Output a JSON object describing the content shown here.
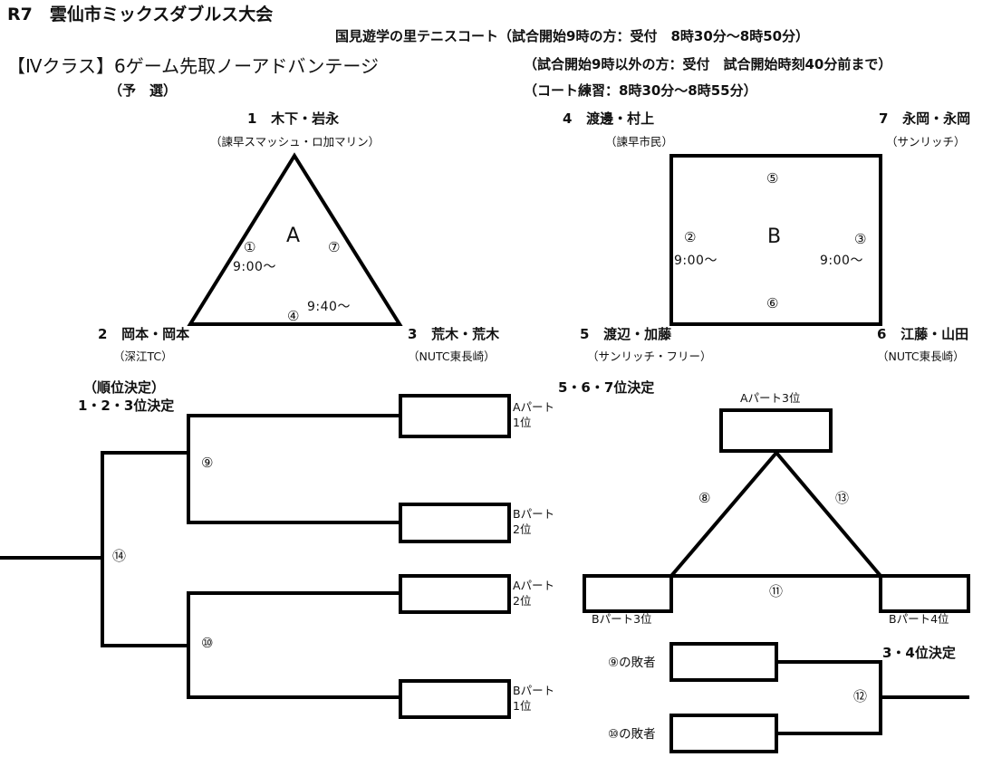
{
  "header": {
    "title": "R7　雲仙市ミックスダブルス大会",
    "class_title": "【Ⅳクラス】6ゲーム先取ノーアドバンテージ",
    "preliminary_label": "（予　選）",
    "venue_line": "国見遊学の里テニスコート（試合開始9時の方：受付　8時30分～8時50分）",
    "reception_other": "（試合開始9時以外の方：受付　試合開始時刻40分前まで）",
    "court_practice": "（コート練習：8時30分～8時55分）"
  },
  "group_a": {
    "label": "A",
    "teams": [
      {
        "seed": "1",
        "names": "木下・岩永",
        "club": "（諫早スマッシュ・ロ加マリン）"
      },
      {
        "seed": "2",
        "names": "岡本・岡本",
        "club": "（深江TC）"
      },
      {
        "seed": "3",
        "names": "荒木・荒木",
        "club": "（NUTC東長崎）"
      }
    ],
    "matches": [
      {
        "no": "①",
        "time": "9:00～"
      },
      {
        "no": "④",
        "time": "9:40～"
      },
      {
        "no": "⑦",
        "time": ""
      }
    ]
  },
  "group_b": {
    "label": "B",
    "teams": [
      {
        "seed": "4",
        "names": "渡邊・村上",
        "club": "（諫早市民）"
      },
      {
        "seed": "7",
        "names": "永岡・永岡",
        "club": "（サンリッチ）"
      },
      {
        "seed": "5",
        "names": "渡辺・加藤",
        "club": "（サンリッチ・フリー）"
      },
      {
        "seed": "6",
        "names": "江藤・山田",
        "club": "（NUTC東長崎）"
      }
    ],
    "matches": [
      {
        "no": "②",
        "time": "9:00～"
      },
      {
        "no": "③",
        "time": "9:00～"
      },
      {
        "no": "⑤",
        "time": ""
      },
      {
        "no": "⑥",
        "time": ""
      }
    ]
  },
  "ranking": {
    "section_label": "（順位決定）",
    "top3_label": "1・2・3位決定",
    "top3_slots": [
      "Aパート\n1位",
      "Bパート\n2位",
      "Aパート\n2位",
      "Bパート\n1位"
    ],
    "top3_slot_lines": [
      [
        "Aパート",
        "1位"
      ],
      [
        "Bパート",
        "2位"
      ],
      [
        "Aパート",
        "2位"
      ],
      [
        "Bパート",
        "1位"
      ]
    ],
    "top3_matches": [
      "⑨",
      "⑩",
      "⑭"
    ],
    "mid_label": "5・6・7位決定",
    "mid_slots": [
      "Aパート3位",
      "Bパート3位",
      "Bパート4位"
    ],
    "mid_matches": [
      "⑧",
      "⑬",
      "⑪"
    ],
    "third_label": "3・4位決定",
    "third_slots": [
      "⑨の敗者",
      "⑩の敗者"
    ],
    "third_match": "⑫"
  },
  "colors": {
    "line": "#000000",
    "text": "#111111",
    "background": "#ffffff"
  }
}
